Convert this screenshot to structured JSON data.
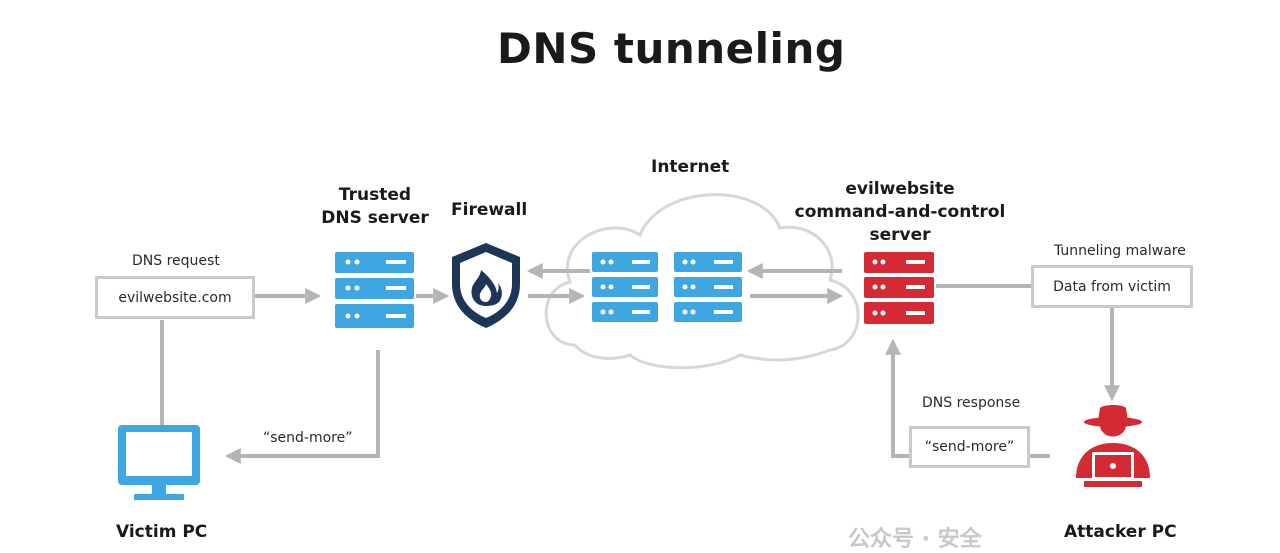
{
  "title": "DNS tunneling",
  "labels": {
    "internet": "Internet",
    "trusted_dns": [
      "Trusted",
      "DNS server"
    ],
    "firewall": "Firewall",
    "c2": [
      "evilwebsite",
      "command-and-control",
      "server"
    ],
    "victim_pc": "Victim PC",
    "attacker_pc": "Attacker PC",
    "dns_request": "DNS request",
    "tunneling_malware": "Tunneling malware",
    "dns_response": "DNS response",
    "send_more_left": "“send-more”"
  },
  "boxes": {
    "request_domain": "evilwebsite.com",
    "data_from_victim": "Data from victim",
    "send_more_response": "“send-more”"
  },
  "watermark": "公众号 · 安全",
  "colors": {
    "blue": "#3ea7e1",
    "red": "#d42a33",
    "navy": "#1d3557",
    "arrow": "#b5b5b5",
    "box_border": "#c9c9c9"
  }
}
